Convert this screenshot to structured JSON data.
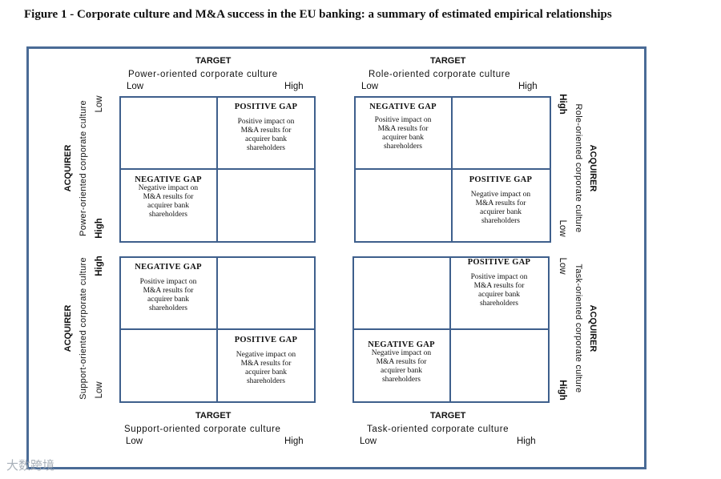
{
  "figure": {
    "title": "Figure 1 - Corporate culture and M&A success in the EU banking: a summary of estimated empirical relationships"
  },
  "labels": {
    "target": "TARGET",
    "acquirer": "ACQUIRER",
    "low": "Low",
    "high": "High"
  },
  "quadrants": {
    "top_left": {
      "target_culture": "Power-oriented corporate culture",
      "acquirer_culture": "Power-oriented corporate culture",
      "cells": [
        {
          "title": "POSITIVE GAP",
          "desc": "Positive impact on M&A results for acquirer bank shareholders"
        },
        {
          "title": "NEGATIVE GAP",
          "desc": "Negative impact on M&A results for acquirer bank shareholders"
        }
      ]
    },
    "top_right": {
      "target_culture": "Role-oriented corporate culture",
      "acquirer_culture": "Role-oriented corporate culture",
      "cells": [
        {
          "title": "NEGATIVE GAP",
          "desc": "Positive impact on M&A results for acquirer bank shareholders"
        },
        {
          "title": "POSITIVE GAP",
          "desc": "Negative impact on M&A results for acquirer bank shareholders"
        }
      ]
    },
    "bottom_left": {
      "target_culture": "Support-oriented corporate culture",
      "acquirer_culture": "Support-oriented corporate culture",
      "cells": [
        {
          "title": "NEGATIVE GAP",
          "desc": "Positive impact on M&A results for acquirer bank shareholders"
        },
        {
          "title": "POSITIVE GAP",
          "desc": "Negative impact on M&A results for acquirer bank shareholders"
        }
      ]
    },
    "bottom_right": {
      "target_culture": "Task-oriented corporate culture",
      "acquirer_culture": "Task-oriented corporate culture",
      "cells": [
        {
          "title": "POSITIVE GAP",
          "desc": "Positive impact on M&A results for acquirer bank shareholders"
        },
        {
          "title": "NEGATIVE GAP",
          "desc": "Negative impact on M&A results for acquirer bank shareholders"
        }
      ]
    }
  },
  "watermark": {
    "text": "大数跨境"
  },
  "colors": {
    "frame": "#4a6b96",
    "grid": "#3e5f8c"
  }
}
